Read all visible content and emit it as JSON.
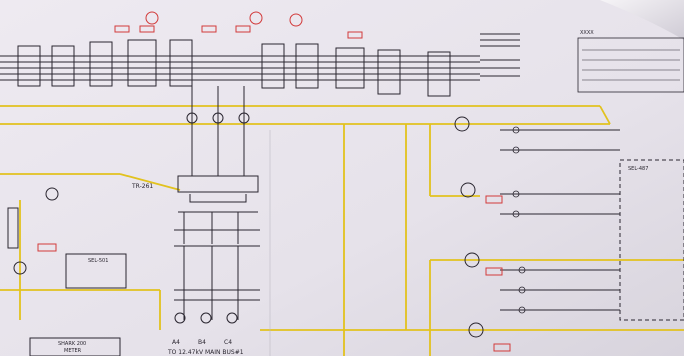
{
  "photo": {
    "paper_color": "#e9e6ec",
    "ink_color": "#2a2630",
    "wire_color": "#e2c21e",
    "red_color": "#d23a3a",
    "shadow_color": "#c9c6cf"
  },
  "labels": {
    "tr_main": "TR-261",
    "bottom_caption": "TO 12.47kV MAIN BUS#1",
    "ct_left": "A4",
    "ct_mid": "B4",
    "ct_right": "C4",
    "meter_title": "SHARK 200",
    "meter_sub": "METER",
    "relay_left": "SEL-501",
    "relay_right": "SEL-487"
  }
}
